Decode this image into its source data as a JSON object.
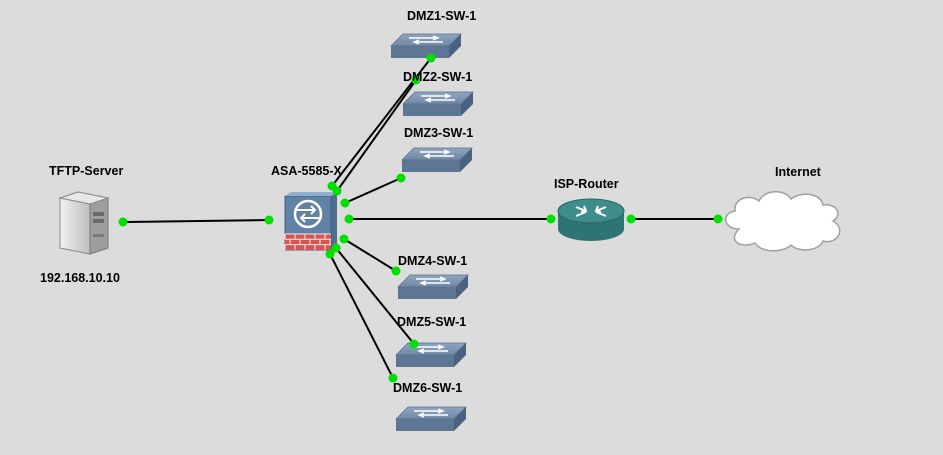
{
  "diagram": {
    "nodes": [
      {
        "id": "tftp",
        "label": "TFTP-Server",
        "sublabel": "192.168.10.10",
        "kind": "server",
        "icon": "server-icon"
      },
      {
        "id": "asa",
        "label": "ASA-5585-X",
        "kind": "firewall",
        "icon": "firewall-icon"
      },
      {
        "id": "isp",
        "label": "ISP-Router",
        "kind": "router",
        "icon": "router-icon"
      },
      {
        "id": "internet",
        "label": "Internet",
        "kind": "cloud",
        "icon": "cloud-icon"
      },
      {
        "id": "dmz1",
        "label": "DMZ1-SW-1",
        "kind": "switch",
        "icon": "switch-icon"
      },
      {
        "id": "dmz2",
        "label": "DMZ2-SW-1",
        "kind": "switch",
        "icon": "switch-icon"
      },
      {
        "id": "dmz3",
        "label": "DMZ3-SW-1",
        "kind": "switch",
        "icon": "switch-icon"
      },
      {
        "id": "dmz4",
        "label": "DMZ4-SW-1",
        "kind": "switch",
        "icon": "switch-icon"
      },
      {
        "id": "dmz5",
        "label": "DMZ5-SW-1",
        "kind": "switch",
        "icon": "switch-icon"
      },
      {
        "id": "dmz6",
        "label": "DMZ6-SW-1",
        "kind": "switch",
        "icon": "switch-icon"
      }
    ],
    "links": [
      {
        "from": "tftp",
        "to": "asa"
      },
      {
        "from": "asa",
        "to": "isp"
      },
      {
        "from": "isp",
        "to": "internet"
      },
      {
        "from": "asa",
        "to": "dmz1"
      },
      {
        "from": "asa",
        "to": "dmz2"
      },
      {
        "from": "asa",
        "to": "dmz3"
      },
      {
        "from": "asa",
        "to": "dmz4"
      },
      {
        "from": "asa",
        "to": "dmz5"
      },
      {
        "from": "asa",
        "to": "dmz6"
      }
    ],
    "colors": {
      "background": "#dcdcdc",
      "link": "#000000",
      "port_up": "#00e000",
      "switch": "#6f87a3",
      "router": "#3e8c8c",
      "firewall_brick": "#d9534f",
      "cloud": "#ffffff"
    }
  }
}
